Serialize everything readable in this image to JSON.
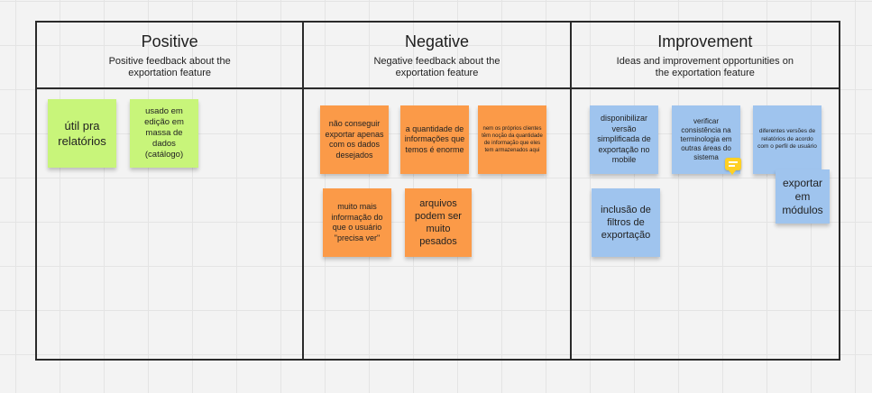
{
  "columns": [
    {
      "title": "Positive",
      "subtitle": "Positive feedback about the exportation feature"
    },
    {
      "title": "Negative",
      "subtitle": "Negative feedback about the exportation feature"
    },
    {
      "title": "Improvement",
      "subtitle": "Ideas and improvement opportunities on the exportation feature"
    }
  ],
  "notes": {
    "positive": [
      "útil pra relatórios",
      "usado em edição em massa de dados (catálogo)"
    ],
    "negative": [
      "não conseguir exportar apenas com os dados desejados",
      "a quantidade de informações que temos é enorme",
      "nem os próprios clientes têm noção da quantidade de informação que eles tem armazenados aqui",
      "muito mais informação do que o usuário \"precisa ver\"",
      "arquivos podem ser muito pesados"
    ],
    "improvement": [
      "disponibilizar versão simplificada de exportação no mobile",
      "verificar consistência na terminologia em outras áreas do sistema",
      "diferentes versões de relatórios de acordo com o perfil de usuário",
      "exportar em módulos",
      "inclusão de filtros de exportação"
    ]
  },
  "colors": {
    "green": "#c8f57a",
    "orange": "#fb9a48",
    "blue": "#9fc4ee",
    "comment": "#ffd024"
  },
  "icons": {
    "comment": "comment-icon"
  }
}
